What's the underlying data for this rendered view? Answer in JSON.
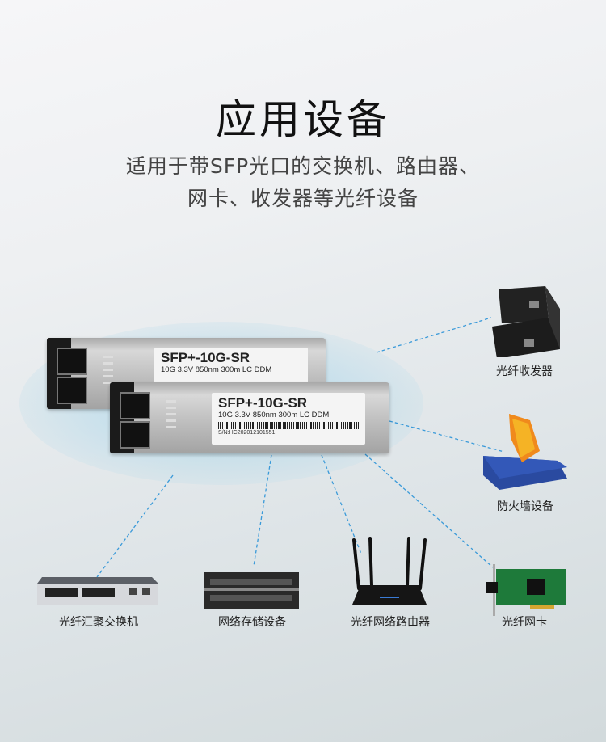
{
  "title": "应用设备",
  "subtitle": {
    "line1": "适用于带SFP光口的交换机、路由器、",
    "line2": "网卡、收发器等光纤设备"
  },
  "modules": [
    {
      "model": "SFP+-10G-SR",
      "spec": "10G 3.3V 850nm 300m LC DDM",
      "sn": ""
    },
    {
      "model": "SFP+-10G-SR",
      "spec": "10G 3.3V 850nm 300m LC DDM",
      "sn": "S/N:HC202012101551"
    }
  ],
  "devices": {
    "transceiver": {
      "label": "光纤收发器",
      "icon": "media-converter-icon"
    },
    "firewall": {
      "label": "防火墙设备",
      "icon": "firewall-icon"
    },
    "switch": {
      "label": "光纤汇聚交换机",
      "icon": "switch-icon"
    },
    "storage": {
      "label": "网络存储设备",
      "icon": "storage-server-icon"
    },
    "router": {
      "label": "光纤网络路由器",
      "icon": "router-icon"
    },
    "nic": {
      "label": "光纤网卡",
      "icon": "network-card-icon"
    }
  },
  "colors": {
    "connector_line": "#3a9ad9",
    "title": "#111111",
    "subtitle": "#444444"
  }
}
